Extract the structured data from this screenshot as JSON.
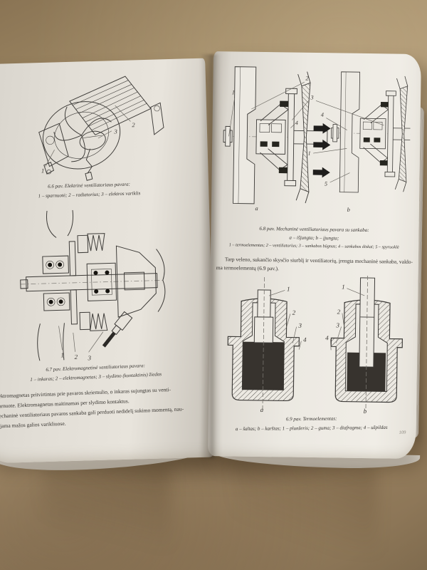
{
  "palette": {
    "cardboard": "#a8906c",
    "page": "#ece9e2",
    "ink": "#35322e",
    "dark_fill": "#37332e"
  },
  "labels": {
    "n1": "1",
    "n2": "2",
    "n3": "3",
    "n4": "4",
    "n5": "5",
    "a": "a",
    "b": "b"
  },
  "left_page": {
    "caption_6_6": {
      "title": "6.6 pav. Elektrinė ventiliatoriaus pavara:",
      "legend": "1 – sparnuotė; 2 – radiatorius; 3 – elektros variklis"
    },
    "caption_6_7": {
      "title": "6.7 pav. Elektromagnetinė ventiliatoriaus pavara:",
      "legend": "1 – inkaras; 2 – elektromagnetas; 3 – slydimo (kontaktinis) žiedas"
    },
    "body_lines": [
      "Elektromagnetas pritvirtintas prie pavaros skriemulio, o inkaras sujungtas su venti-",
      "sparnuote. Elektromagnetas maitinamas per slydimo kontaktus.",
      "Mechaninė ventiliatoriaus pavaros sankaba gali perduoti nedidelį sukimo momentą, nau-",
      "dojama mažos galios varikliuose."
    ]
  },
  "right_page": {
    "caption_6_8": {
      "title": "6.8 pav. Mechaninė ventiliatoriaus pavara su sankaba:",
      "modes": "a – išjungta; b – įjungta;",
      "legend": "1 – termoelementas; 2 – ventiliatorius; 3 – sankabos būgnas; 4 – sankabos diskai; 5 – spyruoklė"
    },
    "paragraph_lines": [
      "Tarp veleno, sukančio skysčio siurblį ir ventiliatorių, įrengta mechaninė sankaba, valdo-",
      "ma termoelementų (6.9 pav.)."
    ],
    "caption_6_9": {
      "title": "6.9 pav. Termoelementas:",
      "legend": "a – šaltas; b – karštas; 1 – plunžeris; 2 – guma; 3 – diafragma; 4 – užpildas"
    },
    "page_number": "109"
  }
}
